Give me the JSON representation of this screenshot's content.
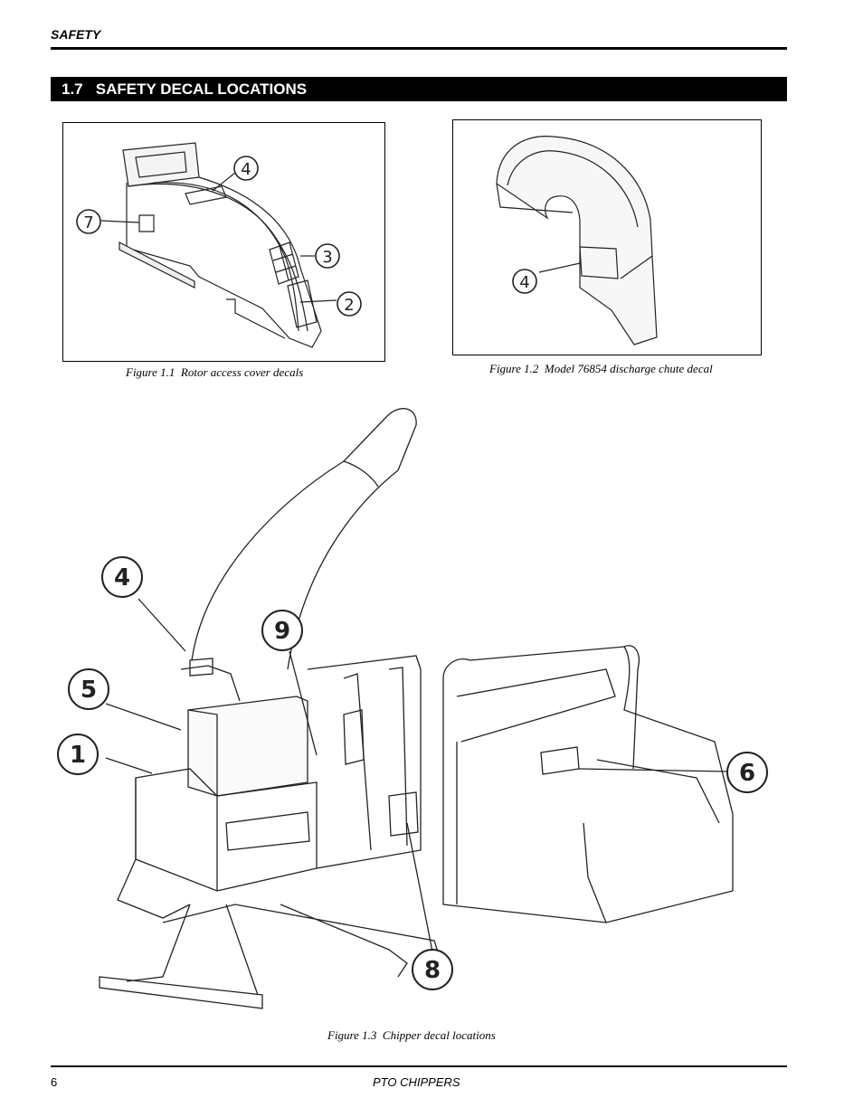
{
  "header": {
    "section_label": "SAFETY"
  },
  "section": {
    "title": "1.7   SAFETY DECAL LOCATIONS"
  },
  "figures": {
    "fig1": {
      "caption": "Figure 1.1  Rotor access cover decals",
      "callouts": [
        "7",
        "4",
        "3",
        "2"
      ]
    },
    "fig2": {
      "caption": "Figure 1.2  Model 76854 discharge chute decal",
      "callouts": [
        "4"
      ]
    },
    "fig3": {
      "caption": "Figure 1.3  Chipper decal locations",
      "callouts": [
        "4",
        "9",
        "5",
        "1",
        "6",
        "8"
      ]
    }
  },
  "footer": {
    "page_number": "6",
    "title": "PTO CHIPPERS"
  }
}
